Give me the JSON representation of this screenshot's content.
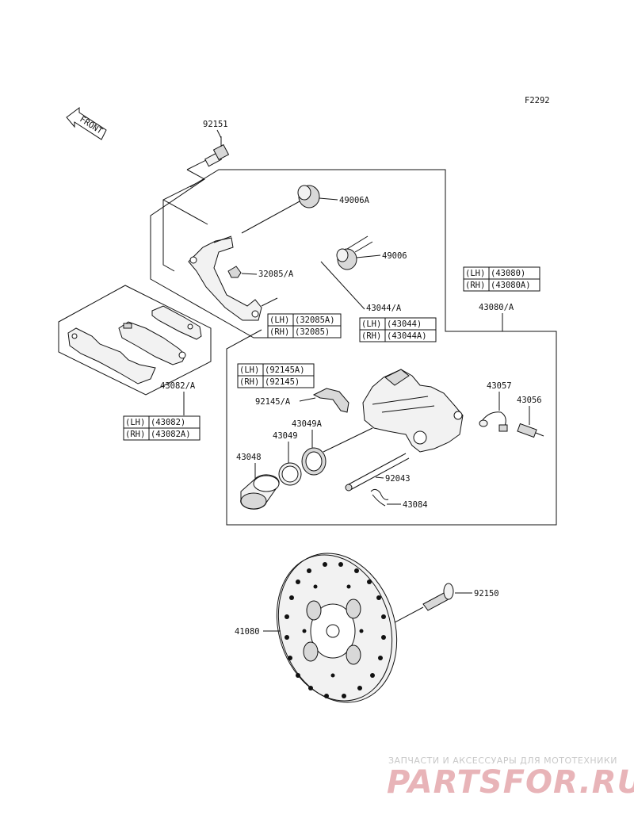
{
  "figure_id": "F2292",
  "front_label": "FRONT",
  "labels": {
    "p92151": "92151",
    "p49006A": "49006A",
    "p49006": "49006",
    "p32085A": "32085/A",
    "p43044A": "43044/A",
    "p43080A": "43080/A",
    "p43082A": "43082/A",
    "p92145A": "92145/A",
    "p43049A": "43049A",
    "p43049": "43049",
    "p43048": "43048",
    "p43057": "43057",
    "p43056": "43056",
    "p92043": "92043",
    "p43084": "43084",
    "p92150": "92150",
    "p41080": "41080"
  },
  "variant_tables": {
    "t32085": [
      {
        "side": "(LH)",
        "part": "(32085A)"
      },
      {
        "side": "(RH)",
        "part": "(32085)"
      }
    ],
    "t43044": [
      {
        "side": "(LH)",
        "part": "(43044)"
      },
      {
        "side": "(RH)",
        "part": "(43044A)"
      }
    ],
    "t43080": [
      {
        "side": "(LH)",
        "part": "(43080)"
      },
      {
        "side": "(RH)",
        "part": "(43080A)"
      }
    ],
    "t92145": [
      {
        "side": "(LH)",
        "part": "(92145A)"
      },
      {
        "side": "(RH)",
        "part": "(92145)"
      }
    ],
    "t43082": [
      {
        "side": "(LH)",
        "part": "(43082)"
      },
      {
        "side": "(RH)",
        "part": "(43082A)"
      }
    ]
  },
  "watermark": {
    "subtitle": "ЗАПЧАСТИ И АКСЕССУАРЫ ДЛЯ МОТОТЕХНИКИ",
    "brand": "PARTSFOR.RU"
  }
}
